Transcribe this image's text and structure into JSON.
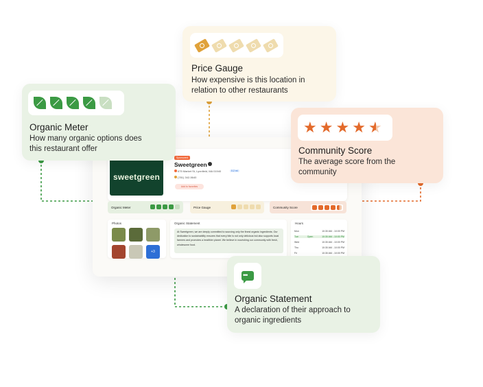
{
  "restaurant": {
    "logo_text": "sweetgreen",
    "sponsored_badge": "Sponsored",
    "name": "Sweetgreen",
    "address": "675 Market St, Lynnfield, MA 01940",
    "distance": "0.2 mi",
    "phone": "(781) 342-5640",
    "favorite_label": "Add to favorites"
  },
  "metrics": {
    "organic_label": "Organic Meter",
    "price_label": "Price Gauge",
    "score_label": "Community Score"
  },
  "panels": {
    "photos_title": "Photos",
    "photos_more": "+3",
    "statement_title": "Organic Statement",
    "statement_text": "At Sweetgreen, we are deeply committed to sourcing only the finest organic ingredients. Our dedication to sustainability ensures that every bite is not only delicious but also supports local farmers and promotes a healthier planet. We believe in nourishing our community with fresh, wholesome food.",
    "hours_title": "Hours",
    "hours": [
      {
        "day": "Mon",
        "time": "10:30 AM - 10:00 PM"
      },
      {
        "day": "Tue",
        "status": "Open",
        "time": "10:30 AM - 10:00 PM"
      },
      {
        "day": "Wed",
        "time": "10:30 AM - 10:00 PM"
      },
      {
        "day": "Thu",
        "time": "10:30 AM - 10:00 PM"
      },
      {
        "day": "Fri",
        "time": "10:30 AM - 10:00 PM"
      }
    ]
  },
  "callouts": {
    "price": {
      "title": "Price Gauge",
      "desc_line1": "How expensive is this location in",
      "desc_line2": "relation to other restaurants",
      "level": 1,
      "max": 5
    },
    "organic": {
      "title": "Organic Meter",
      "desc_line1": "How many organic options does",
      "desc_line2": "this restaurant offer",
      "level": 4,
      "max": 5
    },
    "score": {
      "title": "Community Score",
      "desc_line1": "The average score from the",
      "desc_line2": "community",
      "rating": 4.5,
      "max": 5
    },
    "statement": {
      "title": "Organic Statement",
      "desc_line1": "A declaration of their approach to",
      "desc_line2": "organic ingredients"
    }
  },
  "colors": {
    "organic_green": "#3b9a44",
    "organic_light": "#c9dfc2",
    "price_gold": "#e0a23b",
    "price_light": "#efdcae",
    "score_orange": "#e36a2b",
    "brand_dark_green": "#12432d"
  },
  "icons": {
    "organic": "leaf-icon",
    "price": "money-bill-icon",
    "score": "star-icon",
    "statement": "chat-bubble-icon"
  }
}
